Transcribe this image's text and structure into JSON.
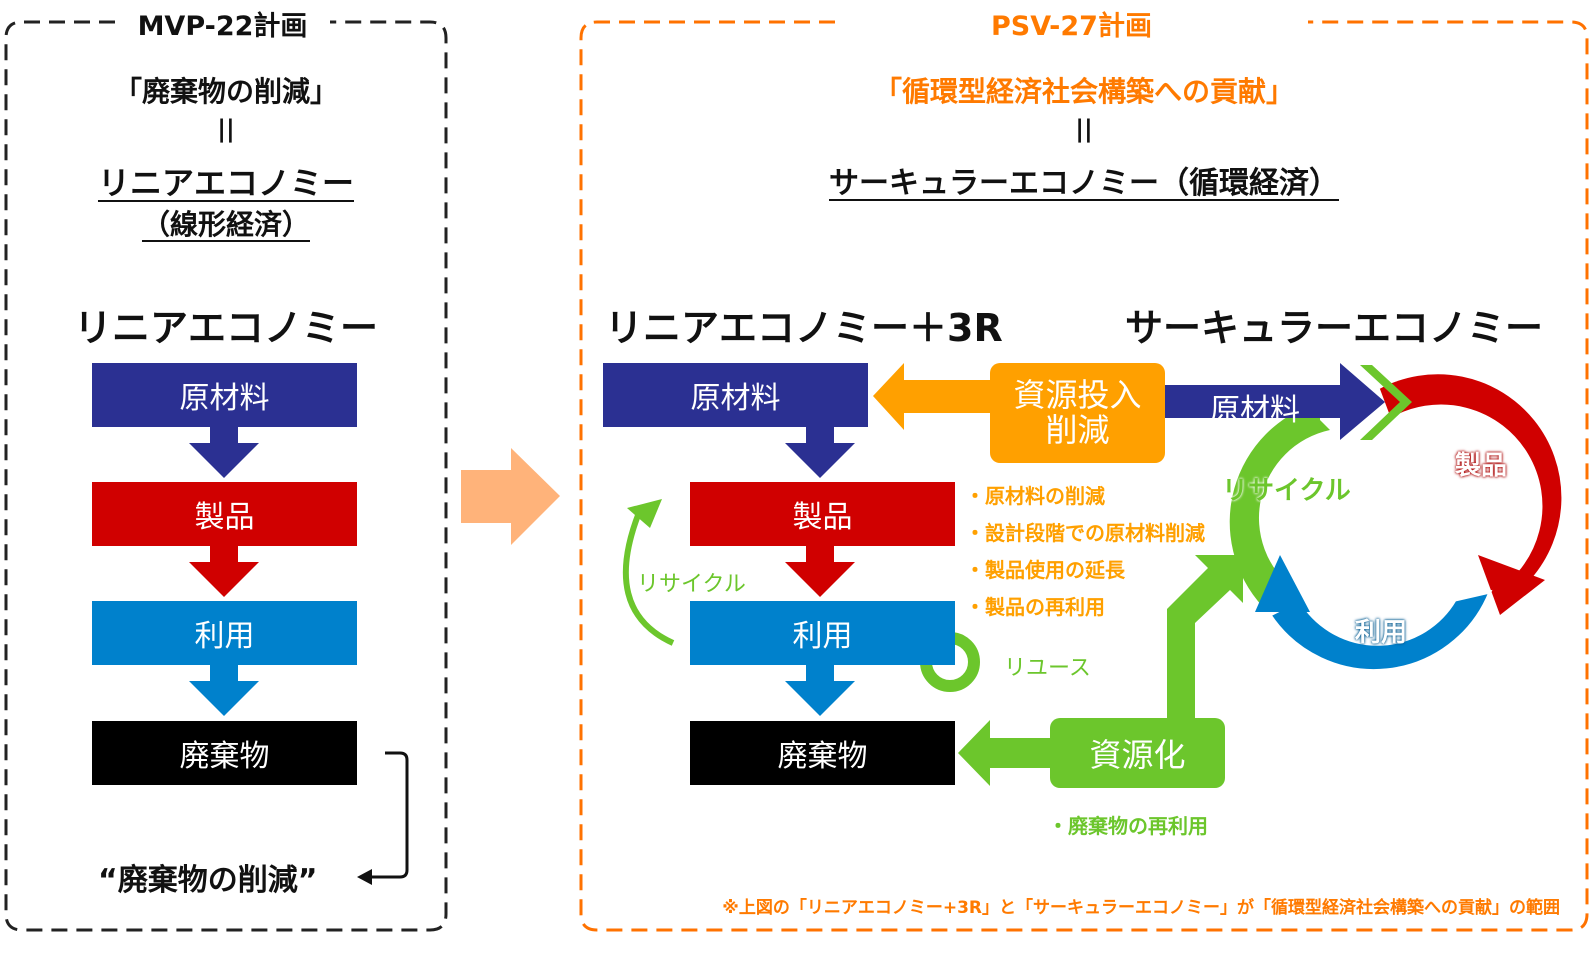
{
  "colors": {
    "navy": "#2b3092",
    "red": "#d00000",
    "blue": "#0081cc",
    "black": "#000000",
    "orange": "#ffa000",
    "orange_text": "#ff7a00",
    "green": "#6cc62c",
    "peach": "#ffb37a",
    "dash_black": "#222222",
    "dash_orange": "#ff7200"
  },
  "left_panel": {
    "title": "MVP-22計画",
    "goal": "「廃棄物の削減」",
    "equals": "||",
    "concept_line1": "リニアエコノミー",
    "concept_line2": "（線形経済）",
    "diagram_heading": "リニアエコノミー",
    "flow": [
      "原材料",
      "製品",
      "利用",
      "廃棄物"
    ],
    "result_label": "“廃棄物の削減”"
  },
  "right_panel": {
    "title": "PSV-27計画",
    "goal": "「循環型経済社会構築への貢献」",
    "equals": "||",
    "concept": "サーキュラーエコノミー（循環経済）",
    "linear3r": {
      "heading": "リニアエコノミー＋3R",
      "flow": [
        "原材料",
        "製品",
        "利用",
        "廃棄物"
      ],
      "recycle_label": "リサイクル",
      "reuse_label": "リユース",
      "reduce_box": [
        "資源投入",
        "削減"
      ],
      "reduce_bullets": [
        "・原材料の削減",
        "・設計段階での原材料削減",
        "・製品使用の延長",
        "・製品の再利用"
      ],
      "resource_box": "資源化",
      "resource_bullet": "・廃棄物の再利用"
    },
    "circular": {
      "heading": "サーキュラーエコノミー",
      "input_label": "原材料",
      "cycle": [
        "製品",
        "利用",
        "リサイクル"
      ]
    },
    "footnote": "※上図の「リニアエコノミー+3R」と「サーキュラーエコノミー」が「循環型経済社会構築への貢献」の範囲"
  }
}
